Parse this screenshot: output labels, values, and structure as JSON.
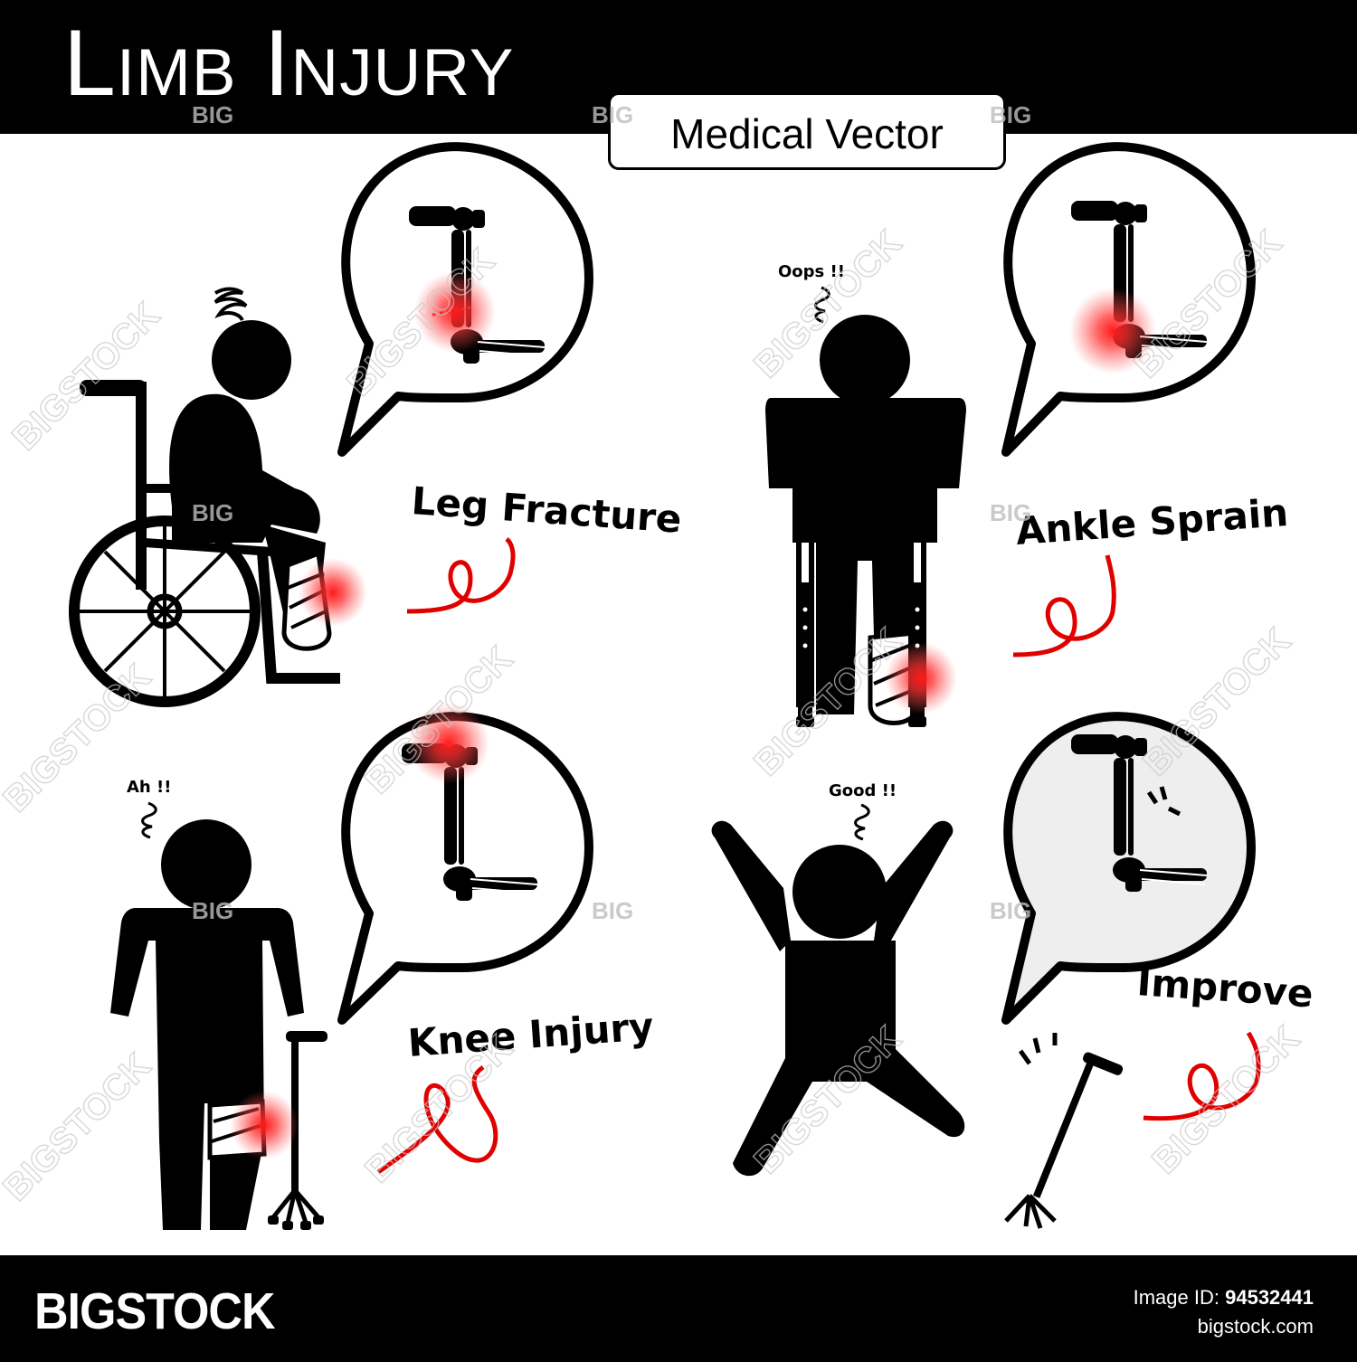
{
  "header": {
    "title": "Limb Injury",
    "subtitle": "Medical Vector"
  },
  "panels": [
    {
      "label": "Leg Fracture",
      "exclamation": ""
    },
    {
      "label": "Ankle Sprain",
      "exclamation": "Oops !!"
    },
    {
      "label": "Knee Injury",
      "exclamation": "Ah !!"
    },
    {
      "label": "Improve",
      "exclamation": "Good !!"
    }
  ],
  "watermark": {
    "small": "BIG",
    "large": "BIGSTOCK"
  },
  "footer": {
    "brand": "BIGSTOCK",
    "image_id_label": "Image ID:",
    "image_id": "94532441",
    "site": "bigstock.com"
  },
  "colors": {
    "ink": "#000000",
    "pain": "#ff1a1a",
    "squiggle": "#e00000",
    "bubble_improve_fill": "#eeeeee"
  }
}
